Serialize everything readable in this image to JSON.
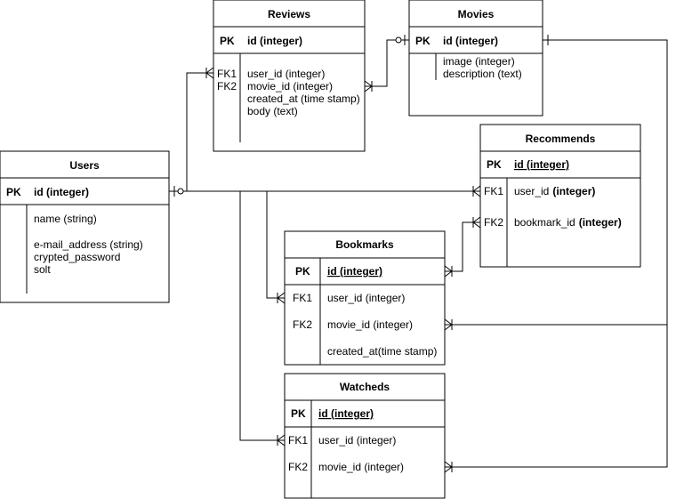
{
  "entities": {
    "reviews": {
      "title": "Reviews",
      "pk": "PK",
      "pk_field": "id (integer)",
      "fk1": "FK1",
      "fk2": "FK2",
      "fields": [
        "user_id  (integer)",
        "movie_id  (integer)",
        "created_at  (time stamp)",
        "body  (text)"
      ]
    },
    "movies": {
      "title": "Movies",
      "pk": "PK",
      "pk_field": "id (integer)",
      "fields": [
        "image   (integer)",
        "description  (text)"
      ]
    },
    "users": {
      "title": "Users",
      "pk": "PK",
      "pk_field": "id (integer)",
      "fields": [
        "name  (string)",
        "e-mail_address  (string)",
        "crypted_password",
        "solt"
      ]
    },
    "recommends": {
      "title": "Recommends",
      "pk": "PK",
      "pk_field": "id (integer)",
      "fk1": "FK1",
      "fk1_field": "user_id",
      "fk1_type": "(integer)",
      "fk2": "FK2",
      "fk2_field": "bookmark_id",
      "fk2_type": "(integer)"
    },
    "bookmarks": {
      "title": "Bookmarks",
      "pk": "PK",
      "pk_field": "id (integer)",
      "fk1": "FK1",
      "fk1_field": "user_id  (integer)",
      "fk2": "FK2",
      "fk2_field": "movie_id  (integer)",
      "extra_field": "created_at(time stamp)"
    },
    "watcheds": {
      "title": "Watcheds",
      "pk": "PK",
      "pk_field": "id (integer)",
      "fk1": "FK1",
      "fk1_field": "user_id  (integer)",
      "fk2": "FK2",
      "fk2_field": "movie_id  (integer)"
    }
  }
}
